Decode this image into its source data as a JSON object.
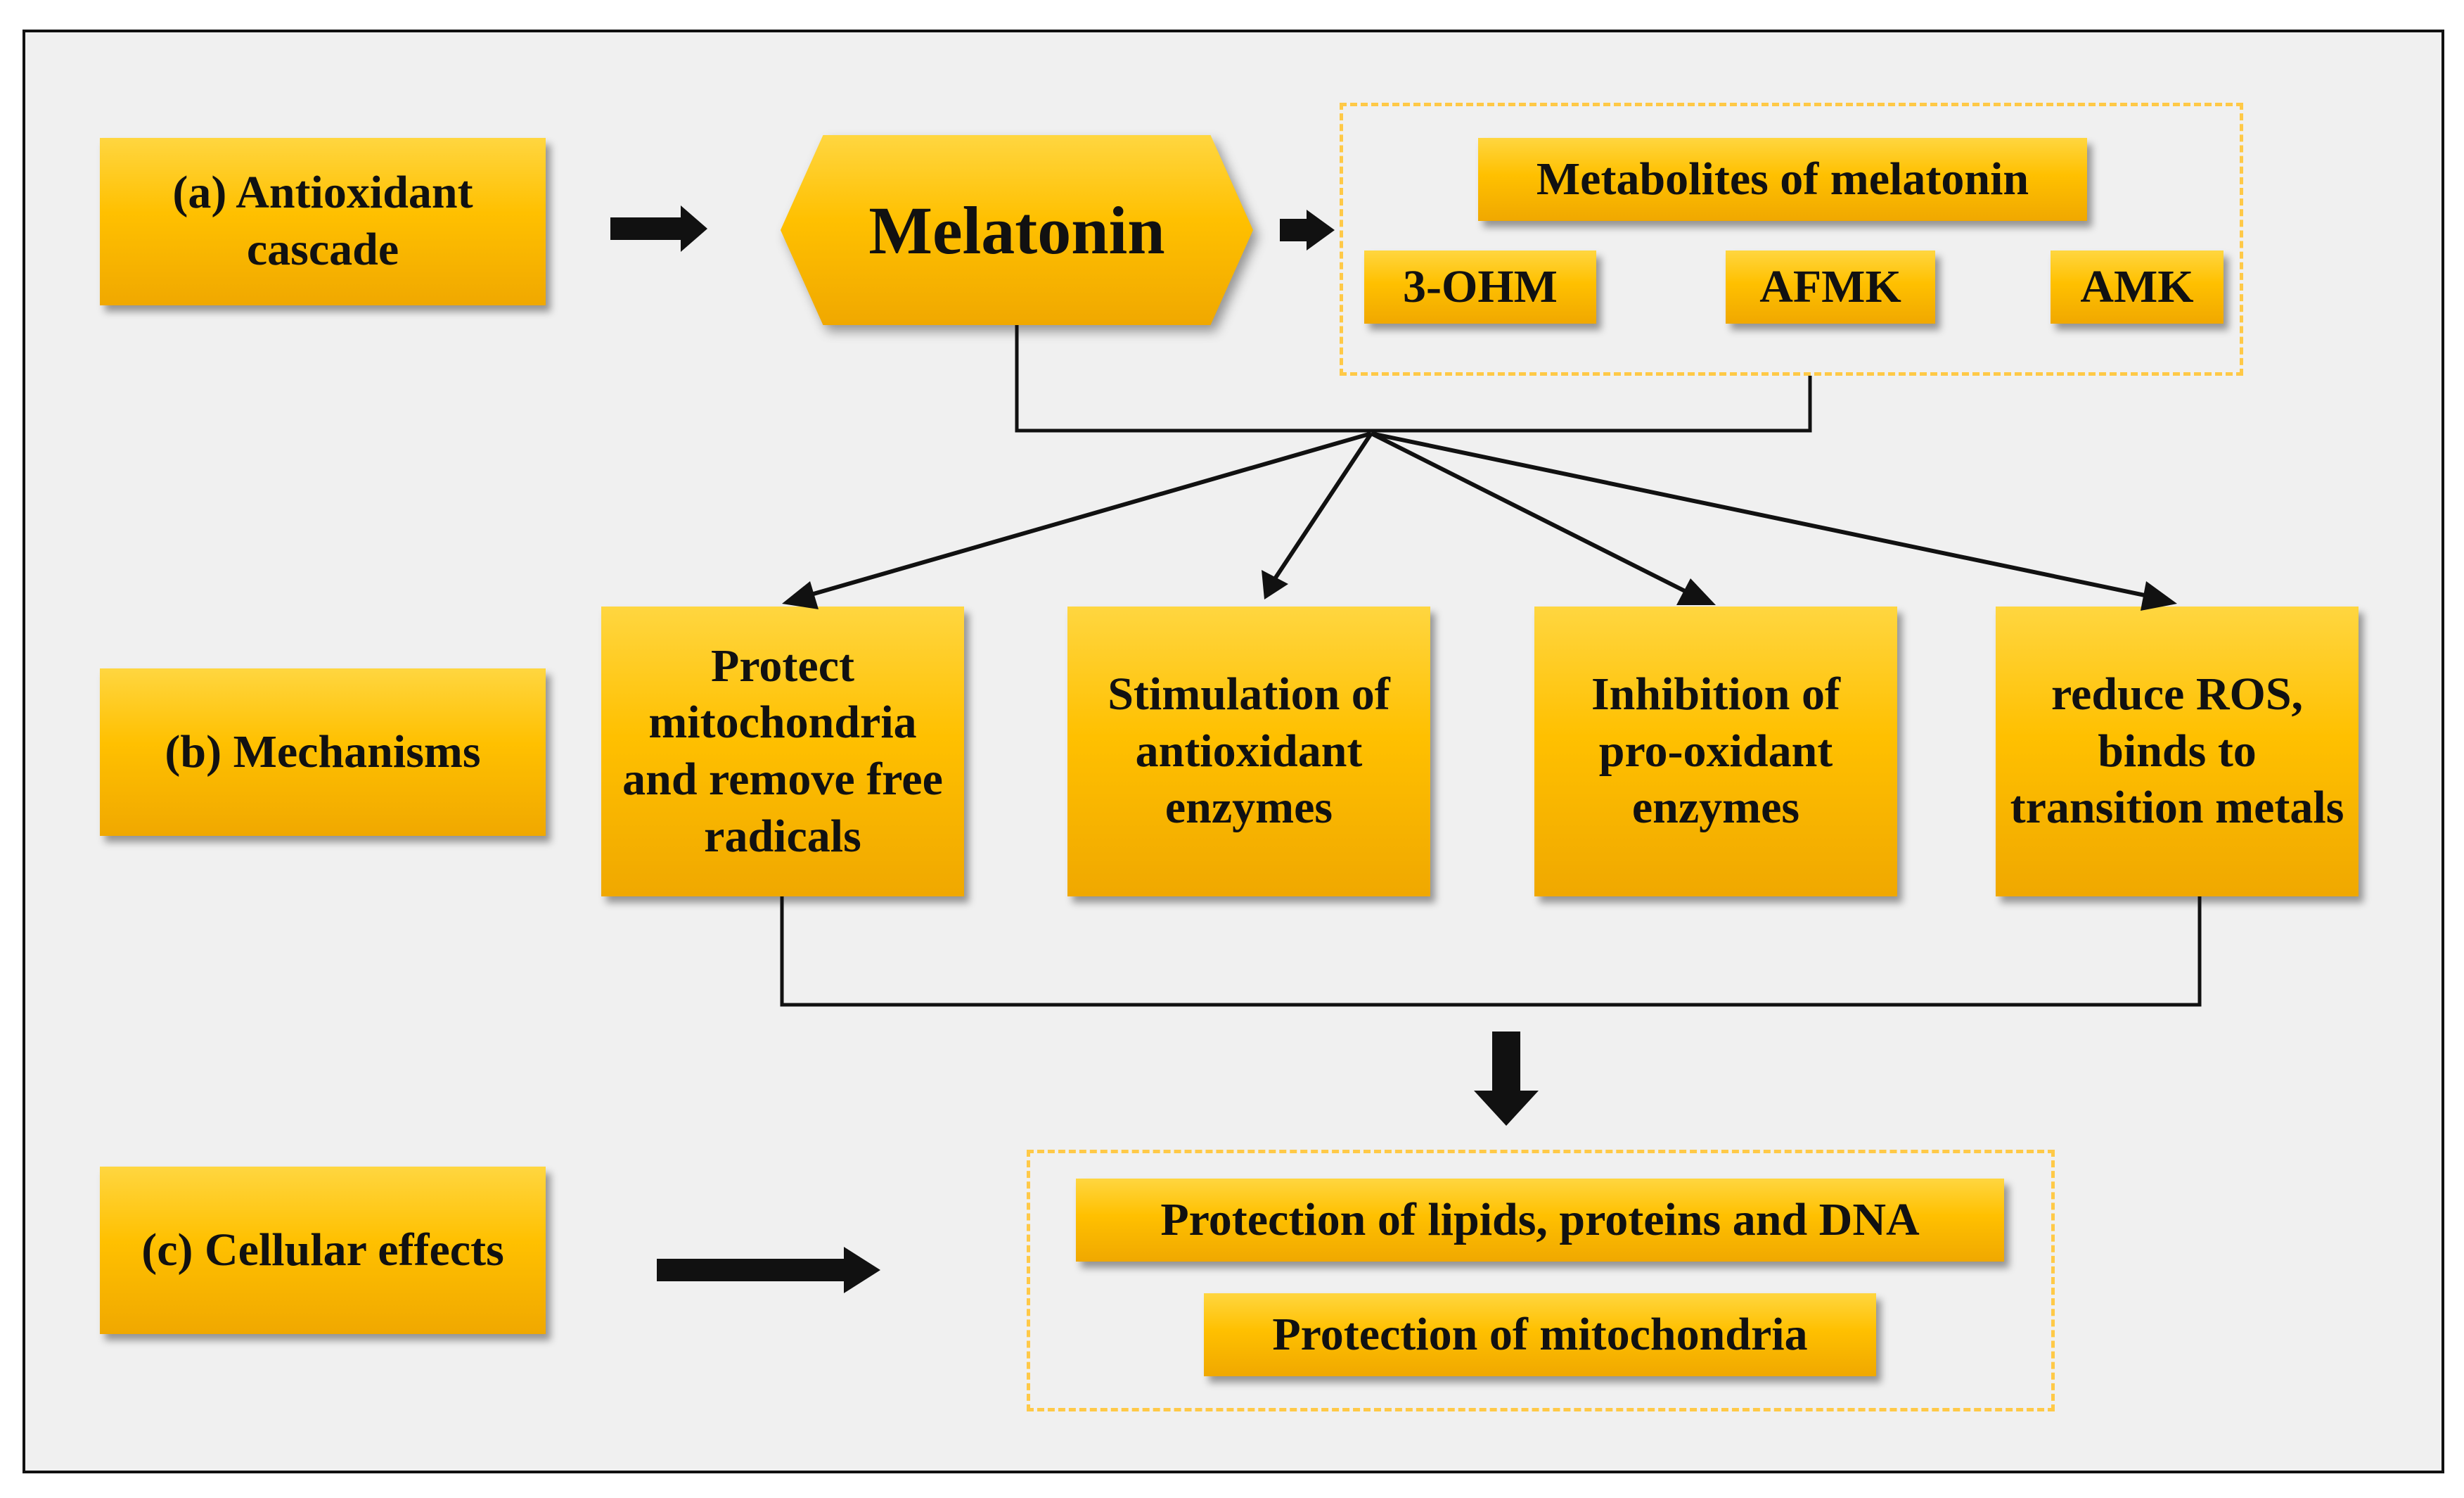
{
  "sections": {
    "a": "(a) Antioxidant cascade",
    "b": "(b) Mechanisms",
    "c": "(c) Cellular effects"
  },
  "melatonin": "Melatonin",
  "metabolites": {
    "title": "Metabolites of melatonin",
    "items": [
      "3-OHM",
      "AFMK",
      "AMK"
    ]
  },
  "mechanisms": [
    "Protect mitochondria and remove free radicals",
    "Stimulation of antioxidant enzymes",
    "Inhibition of pro-oxidant enzymes",
    "reduce ROS, binds to transition metals"
  ],
  "effects": [
    "Protection of  lipids, proteins and DNA",
    "Protection of mitochondria"
  ],
  "colors": {
    "box": "#ffc000",
    "dashed_border": "#ffc947",
    "background": "#f0f0f0"
  }
}
